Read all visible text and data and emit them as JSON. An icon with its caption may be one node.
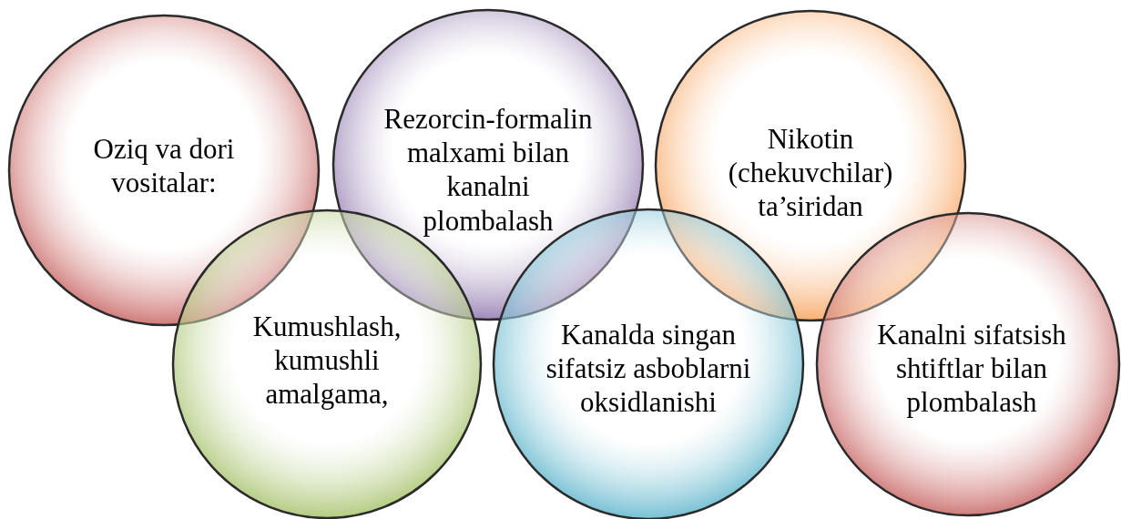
{
  "diagram": {
    "nodes": [
      {
        "text": [
          "Oziq va dori vositalar:"
        ]
      },
      {
        "text": [
          "Rezorcin-formalin malxami bilan kanalni plombalash"
        ]
      },
      {
        "text": [
          "Nikotin (chekuvchilar) ta’siridan"
        ]
      },
      {
        "text": [
          "Kumushlash, kumushli amalgama,"
        ]
      },
      {
        "text": [
          "Kanalda singan sifatsiz asboblarni oksidlanishi"
        ]
      },
      {
        "text": [
          "Kanalni sifatsish shtiftlar bilan plombalash"
        ]
      }
    ]
  }
}
